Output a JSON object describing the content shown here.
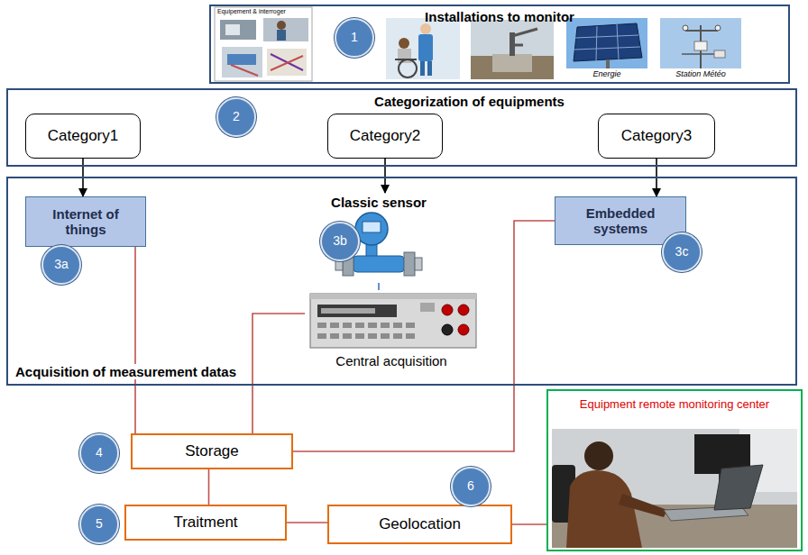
{
  "diagram": {
    "nodes": [
      {
        "text": [
          "Installations to monitor"
        ]
      },
      {
        "text": [
          "Categorization of equipments"
        ]
      },
      {
        "text": [
          "Category1"
        ],
        "in": 1
      },
      {
        "text": [
          "Category2"
        ],
        "in": 1
      },
      {
        "text": [
          "Category3"
        ],
        "in": 1
      },
      {
        "text": [
          "Acquisition of measurement datas"
        ]
      },
      {
        "text": [
          "Internet of things"
        ],
        "in": 5
      },
      {
        "text": [
          "Classic sensor"
        ],
        "in": 5
      },
      {
        "text": [
          "Embedded systems"
        ],
        "in": 5
      },
      {
        "text": [
          "Central acquisition"
        ],
        "in": 5
      },
      {
        "text": [
          "Storage"
        ]
      },
      {
        "text": [
          "Traitment"
        ]
      },
      {
        "text": [
          "Geolocation"
        ]
      },
      {
        "text": [
          "Equipment remote monitoring center"
        ]
      }
    ],
    "edges": [
      {
        "from": 2,
        "to": 6,
        "arrow": "to"
      },
      {
        "from": 3,
        "to": 7,
        "arrow": "to"
      },
      {
        "from": 4,
        "to": 8,
        "arrow": "to"
      },
      {
        "from": 7,
        "to": 9,
        "arrow": "none"
      },
      {
        "from": 6,
        "to": 10,
        "arrow": "none"
      },
      {
        "from": 9,
        "to": 10,
        "arrow": "none"
      },
      {
        "from": 8,
        "to": 10,
        "arrow": "none"
      },
      {
        "from": 10,
        "to": 11,
        "arrow": "none"
      },
      {
        "from": 11,
        "to": 12,
        "arrow": "none"
      },
      {
        "from": 12,
        "to": 13,
        "arrow": "none"
      }
    ],
    "labels": [
      "1",
      "Equipement & interroger",
      "Energie",
      "Station Météo",
      "2",
      "3a",
      "3b",
      "3c",
      "4",
      "5",
      "6"
    ]
  }
}
